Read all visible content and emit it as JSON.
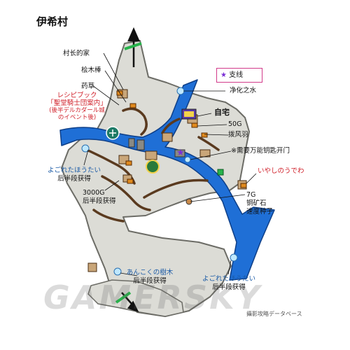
{
  "map": {
    "title": "伊希村",
    "legend": {
      "symbol": "★",
      "label": "支线"
    },
    "labels": {
      "village_chief_house": "村长的家",
      "cypress_stick": "桧木棒",
      "herb": "药草",
      "recipe_book_line1": "レシピブック",
      "recipe_book_line2": "「聖堂騎士団案内」",
      "recipe_book_line3": "(後半デルカダール城",
      "recipe_book_line4": "のイベント後)",
      "dirty_hoodie_1": "よごれたほうたい",
      "late_game_1": "后半段获得",
      "gold_3000": "3000G",
      "late_game_2": "后半段获得",
      "purify_water": "净化之水",
      "my_home": "自宅",
      "gold_50": "50G",
      "pull_feather": "拨风羽",
      "master_key_door": "※需要万能钥匙开门",
      "healing_ring": "いやしのうでわ",
      "gold_7": "7G",
      "copper_ore": "铜矿石",
      "speed_seed": "速度种子",
      "dark_tree_1": "あんこくの樹木",
      "late_game_3": "后半段获得",
      "dirty_hoodie_2": "よごれたほうたい",
      "late_game_4": "后半段获得"
    },
    "icons": {
      "treasure": "treasure-chest-icon",
      "sparkle": "sparkle-item-icon",
      "star": "side-quest-star-icon",
      "shop": "shop-icon",
      "inn": "inn-icon",
      "church": "church-icon",
      "exit": "exit-arrow-icon"
    },
    "colors": {
      "ground": "#dcdcd6",
      "ground_edge": "#6c6c66",
      "river": "#1f6fd6",
      "river_edge": "#0e3f88",
      "cliff": "#5a3a1f",
      "label_red": "#d0202a",
      "label_blue": "#1a5aa6",
      "legend_border": "#d23a8a",
      "star": "#7b2fd6",
      "exit_green": "#27b34b"
    },
    "credit": "攝影攻略データベース",
    "watermark": "GAMERSKY"
  }
}
